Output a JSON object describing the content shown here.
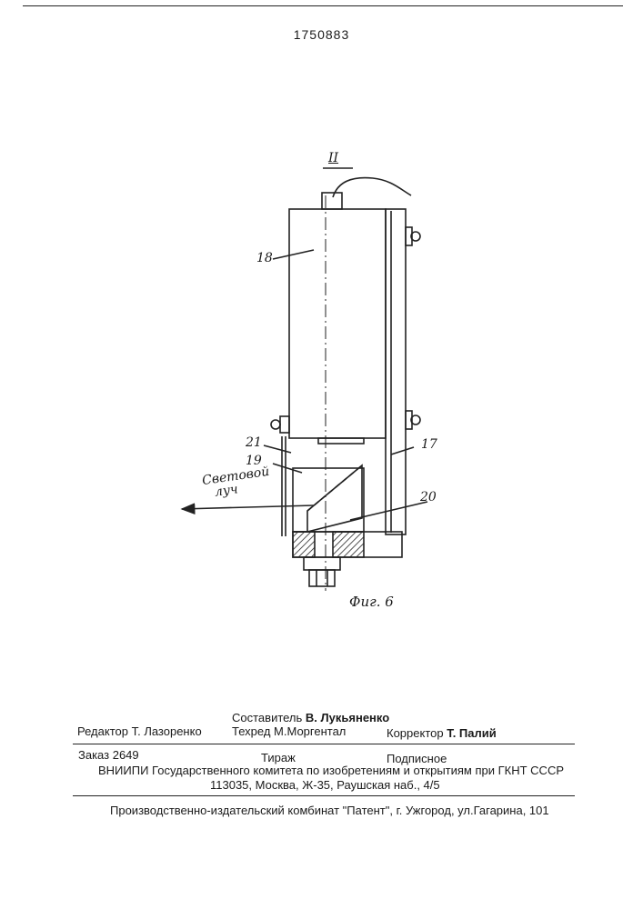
{
  "patent_number": "1750883",
  "figure": {
    "view_mark": "II",
    "caption": "Фиг. 6",
    "beam_label_line1": "Световой",
    "beam_label_line2": "луч",
    "labels": {
      "l18": "18",
      "l17": "17",
      "l21": "21",
      "l19": "19",
      "l20": "20"
    }
  },
  "imprint": {
    "compiler_role": "Составитель",
    "compiler_name": "В. Лукьяненко",
    "editor_role": "Редактор",
    "editor_name": "Т. Лазоренко",
    "techred": "Техред М.Моргентал",
    "corrector_role": "Корректор",
    "corrector_name": "Т. Палий",
    "order": "Заказ 2649",
    "circulation": "Тираж",
    "subscription": "Подписное",
    "org_line": "ВНИИПИ Государственного комитета по изобретениям и открытиям при ГКНТ СССР",
    "address": "113035, Москва, Ж-35, Раушская наб., 4/5",
    "publisher": "Производственно-издательский комбинат \"Патент\", г. Ужгород, ул.Гагарина, 101"
  }
}
